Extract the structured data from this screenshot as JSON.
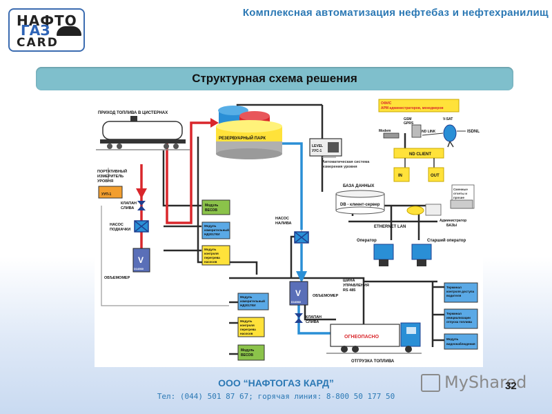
{
  "logo": {
    "line1": "НАФТО",
    "line2": "ГАЗ",
    "line3": "CARD"
  },
  "header": {
    "title": "Комплексная автоматизация нефтебаз и нефтехранилищ"
  },
  "banner": {
    "title": "Структурная схема решения"
  },
  "diagram": {
    "labels": {
      "arrival": "ПРИХОД ТОПЛИВА В ЦИСТЕРНАХ",
      "reservoir": "РЕЗЕРВУАРНЫЙ ПАРК",
      "level_1": "LEVEL",
      "level_2": "УУС-1",
      "auto_1": "Автоматическая система",
      "auto_2": "измерения уровня",
      "portable_1": "ПОРТАТИВНЫЙ",
      "portable_2": "ИЗМЕРИТЕЛЬ",
      "portable_3": "УРОВНЯ",
      "uup": "УУП-1",
      "valve_drain_1": "КЛАПАН",
      "valve_drain_2": "СЛИВА",
      "pump_boost_1": "НАСОС",
      "pump_boost_2": "ПОДКАЧКИ",
      "volumemeter": "ОБЪЕМОМЕР",
      "v": "V",
      "v_code": "D14560",
      "mod_weights_1": "Модуль",
      "mod_weights_2": "ВЕСОВ",
      "mod_meas_1": "Модуль",
      "mod_meas_2": "измерительный",
      "mod_meas_3": "НД2017КИ",
      "mod_ctrl_1": "Модуль",
      "mod_ctrl_2": "контроля",
      "mod_ctrl_3": "перегрева",
      "mod_ctrl_4": "насосов",
      "pump_fill_1": "НАСОС",
      "pump_fill_2": "НАЛИВА",
      "bus_1": "ШИНА",
      "bus_2": "УПРАВЛЕНИЯ",
      "bus_3": "RS 485",
      "valve_drain2_1": "КЛАПАН",
      "valve_drain2_2": "СЛИВА",
      "volumemeter2": "ОБЪЕМОМЕР",
      "truck": "ОГНЕОПАСНО",
      "loading": "ОТГРУЗКА ТОПЛИВА",
      "office_1": "ОФИС",
      "office_2": "АРМ администраторов, менеджеров",
      "modem": "Modem",
      "gsm_1": "GSM",
      "gsm_2": "GPRS",
      "ndlink": "ND LINK",
      "vsat": "V-SAT",
      "isdnl": "ISDNL",
      "ndclient": "ND CLIENT",
      "in": "IN",
      "out": "OUT",
      "reports_1": "Сменные",
      "reports_2": "отчеты и",
      "reports_3": "прочие",
      "reports_4": "формы",
      "db_title": "БАЗА ДАННЫХ",
      "db_inner": "DB - клиент-сервер",
      "admin_1": "Администратор",
      "admin_2": "БАЗЫ",
      "lan": "ETHERNET LAN",
      "operator": "Оператор",
      "senior": "Старший оператор",
      "term_access_1": "Терминал",
      "term_access_2": "контроля доступа",
      "term_access_3": "водителя",
      "term_init_1": "Терминал",
      "term_init_2": "инициализации",
      "term_init_3": "отпуска топлива",
      "mod_video_1": "Модуль",
      "mod_video_2": "видеонаблюдения"
    }
  },
  "footer": {
    "company": "ООО “НАФТОГАЗ КАРД”",
    "phone": "Тел: (044) 501 87 67; горячая линия: 8-800 50 177 50"
  },
  "watermark": {
    "text": "MyShared"
  },
  "page_number": "32",
  "colors": {
    "accent": "#2b78b4",
    "banner": "#7fbfcc",
    "pipe_red": "#d9262b",
    "pipe_blue": "#2a8fd6",
    "module_green": "#8bc34a",
    "module_blue": "#5aa9e6",
    "module_yellow": "#ffe23a"
  }
}
